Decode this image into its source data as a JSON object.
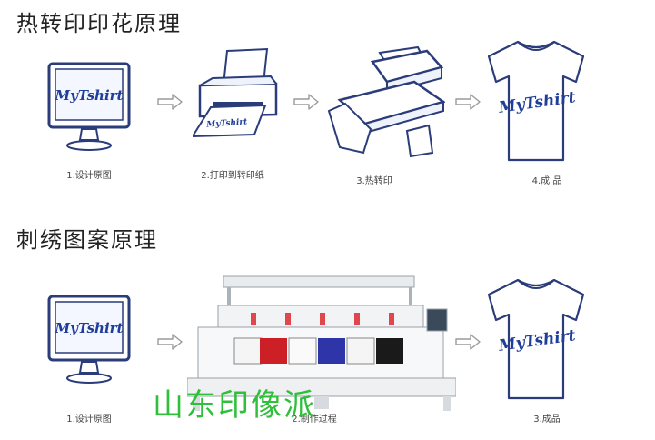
{
  "sections": [
    {
      "title": "热转印印花原理",
      "steps": [
        {
          "label": "1.设计原图",
          "icon": "monitor-icon"
        },
        {
          "label": "2.打印到转印纸",
          "icon": "printer-icon"
        },
        {
          "label": "3.热转印",
          "icon": "heat-press-icon"
        },
        {
          "label": "4.成 品",
          "icon": "tshirt-icon"
        }
      ]
    },
    {
      "title": "刺绣图案原理",
      "steps": [
        {
          "label": "1.设计原图",
          "icon": "monitor-icon"
        },
        {
          "label": "2.制作过程",
          "icon": "embroidery-machine-icon"
        },
        {
          "label": "3.成品",
          "icon": "tshirt-icon"
        }
      ]
    }
  ],
  "brand_text": "MyTshirt",
  "watermark": "山东印像派",
  "colors": {
    "brand_blue": "#1f3e9a",
    "outline": "#2a3c7a",
    "watermark_green": "#2fbf3a",
    "arrow": "#9a9a9a"
  }
}
